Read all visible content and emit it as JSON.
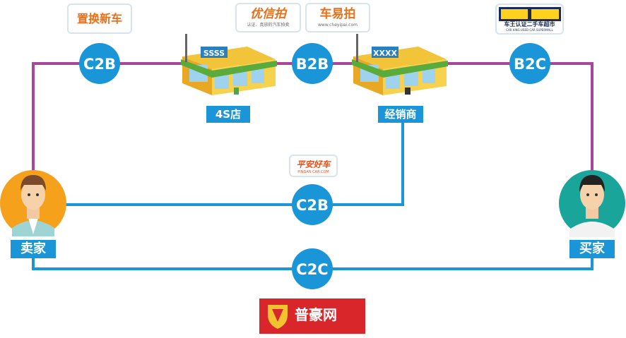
{
  "nodes": {
    "dealer_4s": "4S店",
    "dealer": "经销商",
    "seller": "卖家",
    "buyer": "买家"
  },
  "shop_signs": {
    "shop_4s": "SSSS",
    "dealer_shop": "XXXX"
  },
  "edges": {
    "top_left": "C2B",
    "top_mid": "B2B",
    "top_right": "B2C",
    "middle": "C2B",
    "bottom": "C2C"
  },
  "logos": {
    "zhihuan": "置换新车",
    "youxinpai": "优信拍",
    "youxinpai_tagline": "认证、真放的汽车拍卖",
    "cheyipai": "车易拍",
    "cheyipai_url": "www.cheyipai.com",
    "carking_sub": "车王认证二手车超市",
    "carking_en": "CAR KING USED CAR SUPERMALL",
    "pingan": "平安好车",
    "pingan_url": "PINGAN CAR.COM",
    "puhao": "普豪网"
  },
  "colors": {
    "purple_line": "#a8479a",
    "blue_line": "#1a96d8",
    "badge": "#1a96d8",
    "orange_text": "#e8701a",
    "puhao_bg": "#d8262b"
  }
}
